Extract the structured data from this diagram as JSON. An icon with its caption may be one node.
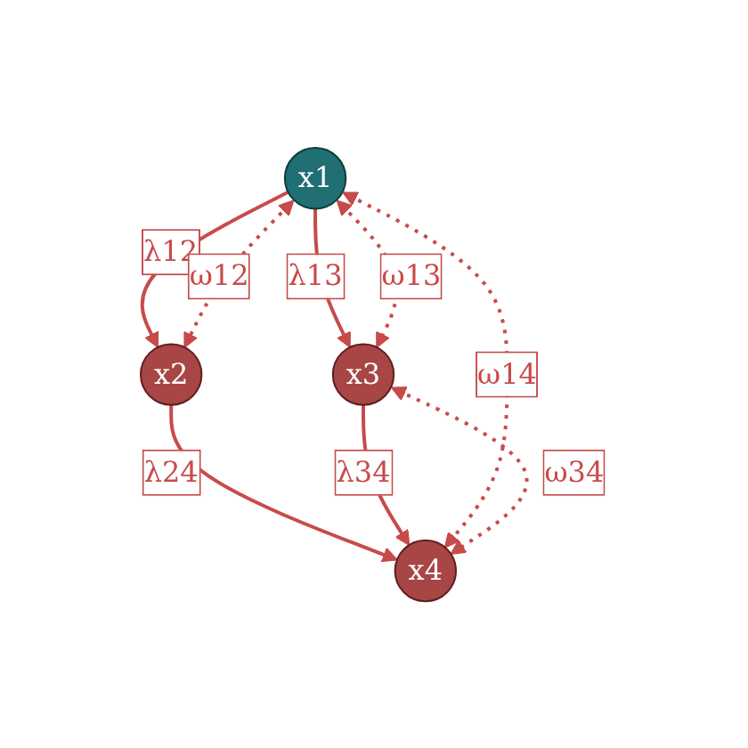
{
  "diagram": {
    "nodes": [
      {
        "text": [
          "x1"
        ]
      },
      {
        "text": [
          "x2"
        ]
      },
      {
        "text": [
          "x3"
        ]
      },
      {
        "text": [
          "x4"
        ]
      }
    ],
    "edges": [
      {
        "from": 0,
        "to": 1,
        "arrow": "to",
        "label": "λ12"
      },
      {
        "from": 0,
        "to": 2,
        "arrow": "to",
        "label": "λ13"
      },
      {
        "from": 1,
        "to": 3,
        "arrow": "to",
        "label": "λ24"
      },
      {
        "from": 2,
        "to": 3,
        "arrow": "to",
        "label": "λ34"
      },
      {
        "from": 0,
        "to": 1,
        "arrow": "both",
        "label": "ω12",
        "style": "dashed"
      },
      {
        "from": 0,
        "to": 2,
        "arrow": "both",
        "label": "ω13",
        "style": "dashed"
      },
      {
        "from": 0,
        "to": 3,
        "arrow": "both",
        "label": "ω14",
        "style": "dashed"
      },
      {
        "from": 2,
        "to": 3,
        "arrow": "both",
        "label": "ω34",
        "style": "dashed"
      }
    ]
  }
}
